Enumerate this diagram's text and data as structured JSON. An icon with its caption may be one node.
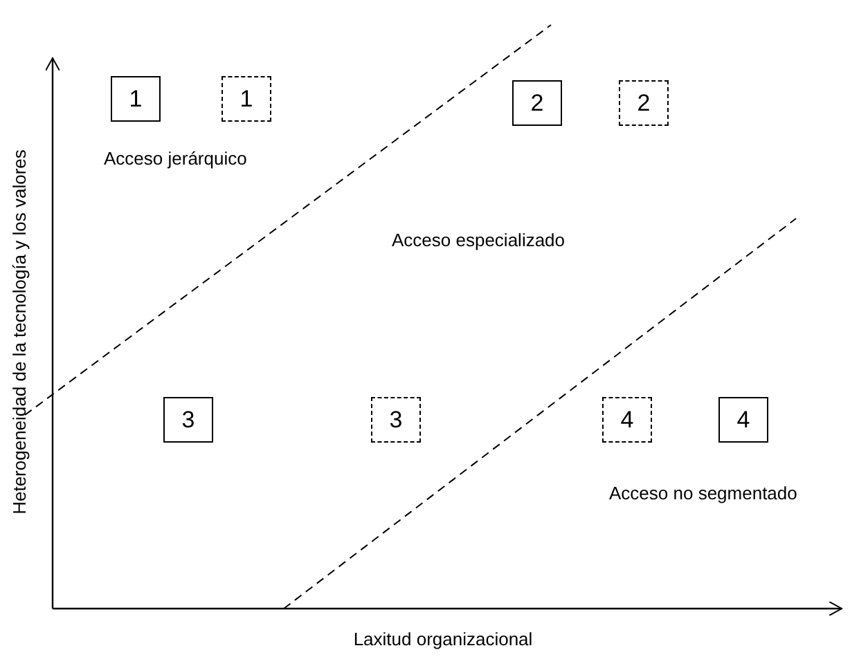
{
  "diagram": {
    "nodes": [
      {
        "text": [
          "1"
        ]
      },
      {
        "text": [
          "1"
        ]
      },
      {
        "text": [
          "2"
        ]
      },
      {
        "text": [
          "2"
        ]
      },
      {
        "text": [
          "3"
        ]
      },
      {
        "text": [
          "3"
        ]
      },
      {
        "text": [
          "4"
        ]
      },
      {
        "text": [
          "4"
        ]
      }
    ],
    "labels": [
      "Acceso jerárquico",
      "Acceso especializado",
      "Acceso no segmentado",
      "Heterogeneidad de la tecnología y los valores",
      "Laxitud organizacional"
    ]
  }
}
